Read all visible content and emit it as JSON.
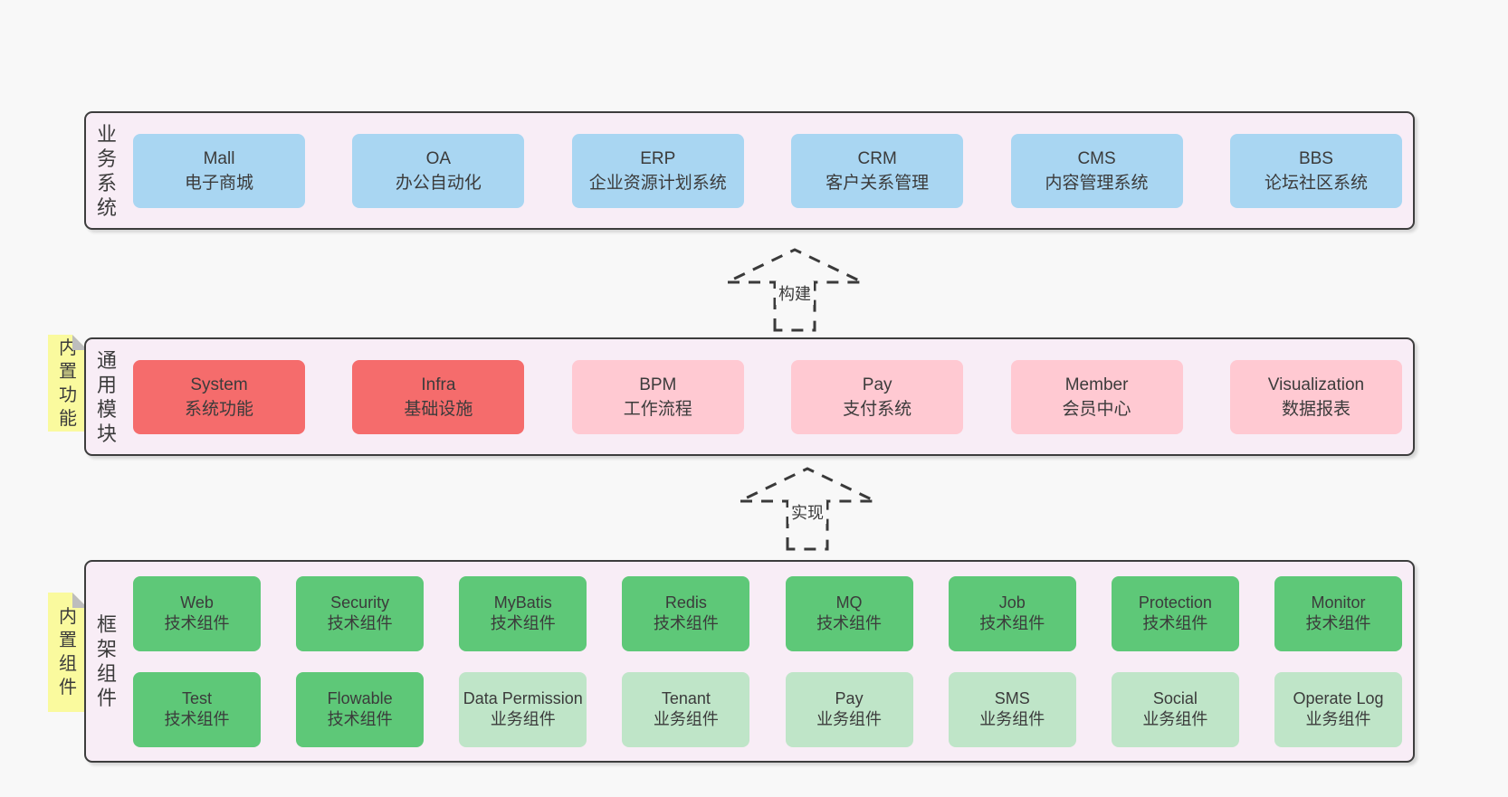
{
  "colors": {
    "page_bg": "#f8f8f8",
    "container_bg": "#f8edf6",
    "container_border": "#3d3d3d",
    "blue_box": "#a9d6f2",
    "red_box": "#f56c6c",
    "pink_box": "#ffc9d2",
    "green_box": "#5ec878",
    "light_green_box": "#bfe5c8",
    "note_bg": "#fafa9e",
    "note_fold": "#bdbdbd",
    "text": "#3b3b3b"
  },
  "arrows": [
    {
      "label": "构建"
    },
    {
      "label": "实现"
    }
  ],
  "layers": [
    {
      "label": "业务系统",
      "boxes": [
        {
          "name": "Mall",
          "desc": "电子商城"
        },
        {
          "name": "OA",
          "desc": "办公自动化"
        },
        {
          "name": "ERP",
          "desc": "企业资源计划系统"
        },
        {
          "name": "CRM",
          "desc": "客户关系管理"
        },
        {
          "name": "CMS",
          "desc": "内容管理系统"
        },
        {
          "name": "BBS",
          "desc": "论坛社区系统"
        }
      ]
    },
    {
      "label": "通用模块",
      "note": "内置功能",
      "boxes": [
        {
          "name": "System",
          "desc": "系统功能"
        },
        {
          "name": "Infra",
          "desc": "基础设施"
        },
        {
          "name": "BPM",
          "desc": "工作流程"
        },
        {
          "name": "Pay",
          "desc": "支付系统"
        },
        {
          "name": "Member",
          "desc": "会员中心"
        },
        {
          "name": "Visualization",
          "desc": "数据报表"
        }
      ]
    },
    {
      "label": "框架组件",
      "note": "内置组件",
      "rows": [
        [
          {
            "name": "Web",
            "desc": "技术组件"
          },
          {
            "name": "Security",
            "desc": "技术组件"
          },
          {
            "name": "MyBatis",
            "desc": "技术组件"
          },
          {
            "name": "Redis",
            "desc": "技术组件"
          },
          {
            "name": "MQ",
            "desc": "技术组件"
          },
          {
            "name": "Job",
            "desc": "技术组件"
          },
          {
            "name": "Protection",
            "desc": "技术组件"
          },
          {
            "name": "Monitor",
            "desc": "技术组件"
          }
        ],
        [
          {
            "name": "Test",
            "desc": "技术组件"
          },
          {
            "name": "Flowable",
            "desc": "技术组件"
          },
          {
            "name": "Data Permission",
            "desc": "业务组件"
          },
          {
            "name": "Tenant",
            "desc": "业务组件"
          },
          {
            "name": "Pay",
            "desc": "业务组件"
          },
          {
            "name": "SMS",
            "desc": "业务组件"
          },
          {
            "name": "Social",
            "desc": "业务组件"
          },
          {
            "name": "Operate Log",
            "desc": "业务组件"
          }
        ]
      ]
    }
  ]
}
